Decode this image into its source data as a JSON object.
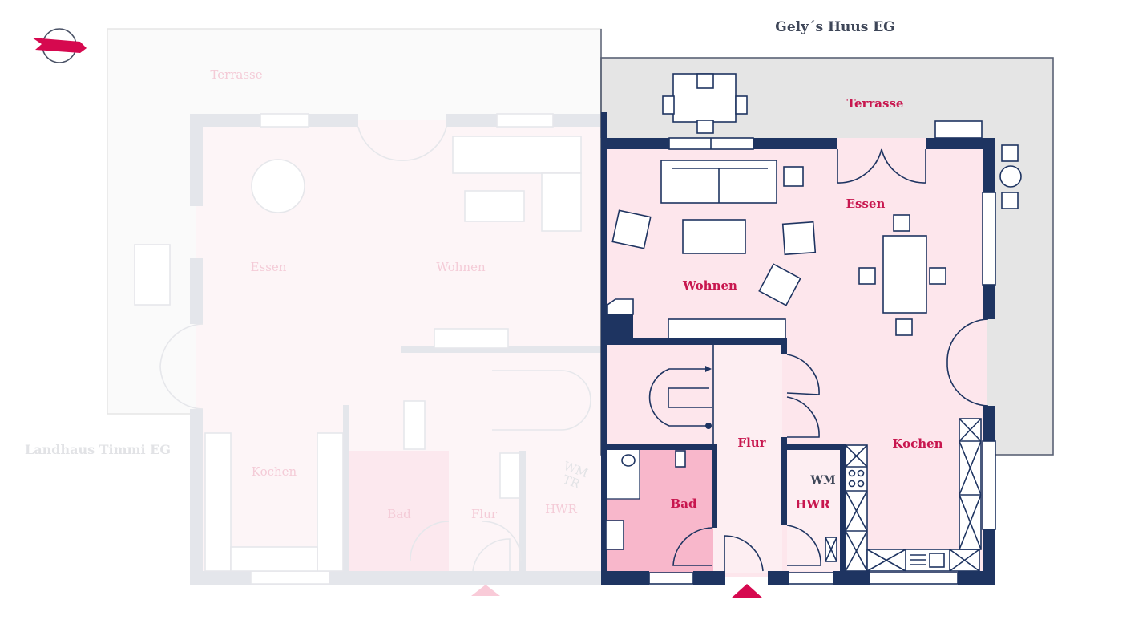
{
  "titles": {
    "right_house": "Gely´s Huus EG",
    "left_house": "Landhaus Timmi EG"
  },
  "compass": {
    "icon": "north-arrow-icon",
    "color": "#d6094f"
  },
  "colors": {
    "wall": "#1e3461",
    "accent": "#d6094f",
    "room": "#fde6ec",
    "bath": "#f8b7cb",
    "terrace": "#e5e5e5"
  },
  "right_rooms": {
    "terrasse": "Terrasse",
    "essen": "Essen",
    "wohnen": "Wohnen",
    "flur": "Flur",
    "kochen": "Kochen",
    "bad": "Bad",
    "hwr": "HWR",
    "wm": "WM"
  },
  "left_rooms": {
    "terrasse": "Terrasse",
    "essen": "Essen",
    "wohnen": "Wohnen",
    "kochen": "Kochen",
    "bad": "Bad",
    "flur": "Flur",
    "hwr": "HWR",
    "wm": "WM",
    "tr": "TR"
  }
}
